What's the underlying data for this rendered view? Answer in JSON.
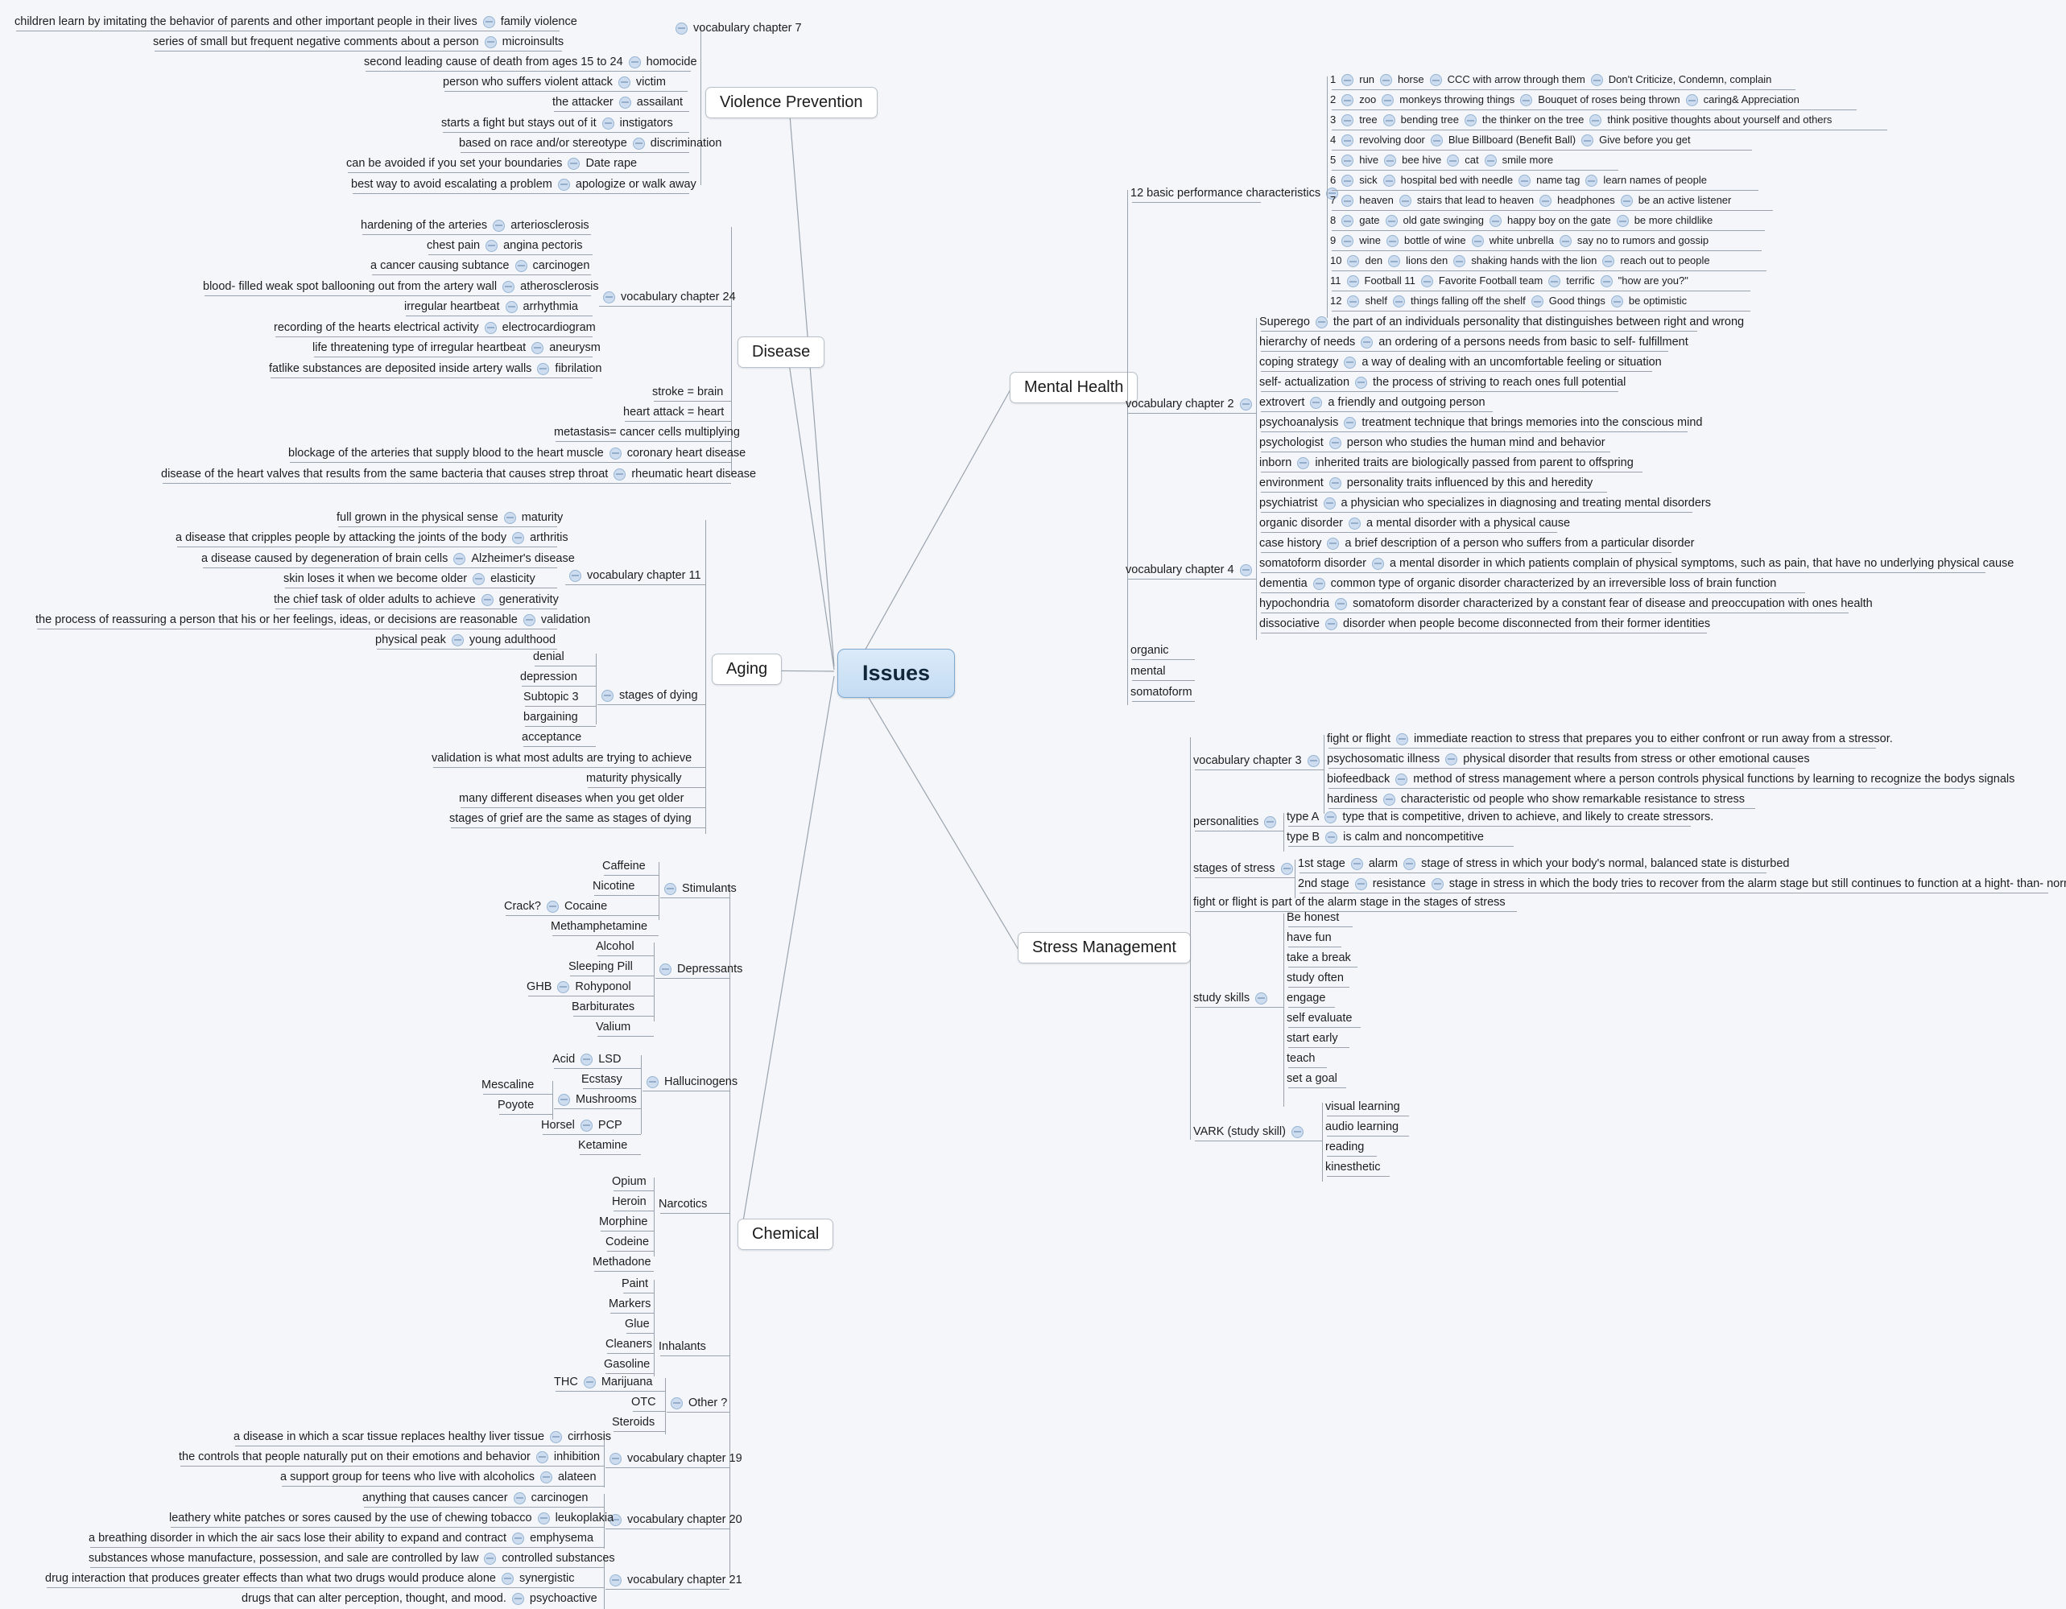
{
  "root": {
    "label": "Issues"
  },
  "branches": {
    "violence_prevention": {
      "label": "Violence Prevention"
    },
    "disease": {
      "label": "Disease"
    },
    "aging": {
      "label": "Aging"
    },
    "chemical": {
      "label": "Chemical"
    },
    "mental_health": {
      "label": "Mental Health"
    },
    "stress_management": {
      "label": "Stress Management"
    }
  },
  "violence_prevention": {
    "chapter_label": "vocabulary chapter 7",
    "items": [
      {
        "definition": "children learn by imitating the behavior of parents and other important people in their lives",
        "term": "family violence"
      },
      {
        "definition": "series of small but frequent negative comments about a person",
        "term": "microinsults"
      },
      {
        "definition": "second leading cause of death from ages 15 to 24",
        "term": "homocide"
      },
      {
        "definition": "person who suffers violent attack",
        "term": "victim"
      },
      {
        "definition": "the attacker",
        "term": "assailant"
      },
      {
        "definition": "starts a fight but stays out of it",
        "term": "instigators"
      },
      {
        "definition": "based on race and/or stereotype",
        "term": "discrimination"
      },
      {
        "definition": "can be avoided if you set your boundaries",
        "term": "Date rape"
      },
      {
        "definition": "best way to avoid escalating a problem",
        "term": "apologize or walk away"
      }
    ]
  },
  "disease": {
    "chapter_label": "vocabulary chapter 24",
    "items": [
      {
        "definition": "hardening of the arteries",
        "term": "arteriosclerosis"
      },
      {
        "definition": "chest pain",
        "term": "angina pectoris"
      },
      {
        "definition": "a cancer causing subtance",
        "term": "carcinogen"
      },
      {
        "definition": "blood- filled weak spot ballooning out from the artery wall",
        "term": "atherosclerosis"
      },
      {
        "definition": "irregular heartbeat",
        "term": "arrhythmia"
      },
      {
        "definition": "recording of the hearts electrical activity",
        "term": "electrocardiogram"
      },
      {
        "definition": "life threatening type of irregular heartbeat",
        "term": "aneurysm"
      },
      {
        "definition": "fatlike substances are deposited inside artery walls",
        "term": "fibrilation"
      }
    ],
    "notes": [
      {
        "text": "stroke = brain"
      },
      {
        "text": "heart attack = heart"
      },
      {
        "text": "metastasis= cancer cells multiplying"
      },
      {
        "definition": "blockage of the arteries that supply blood to the heart muscle",
        "term": "coronary heart disease"
      },
      {
        "definition": "disease of the heart valves that results from the same bacteria that causes strep throat",
        "term": "rheumatic heart disease"
      }
    ]
  },
  "aging": {
    "chapter_label": "vocabulary chapter 11",
    "items": [
      {
        "definition": "full grown in the physical sense",
        "term": "maturity"
      },
      {
        "definition": "a disease that cripples people by attacking the joints of the body",
        "term": "arthritis"
      },
      {
        "definition": "a disease caused by degeneration of brain cells",
        "term": "Alzheimer's disease"
      },
      {
        "definition": "skin loses it when we become older",
        "term": "elasticity"
      },
      {
        "definition": "the chief task of older adults to achieve",
        "term": "generativity"
      },
      {
        "definition": "the process of reassuring a person that his or her feelings, ideas, or decisions are reasonable",
        "term": "validation"
      },
      {
        "definition": "physical peak",
        "term": "young adulthood"
      }
    ],
    "stages_of_dying": {
      "label": "stages of dying",
      "stages": [
        "denial",
        "depression",
        "Subtopic 3",
        "bargaining",
        "acceptance"
      ]
    },
    "notes": [
      "validation is what most adults are trying to achieve",
      "maturity physically",
      "many different diseases when you get older",
      "stages of grief are the same as stages of dying"
    ]
  },
  "chemical": {
    "groups": [
      {
        "label": "Stimulants",
        "items": [
          {
            "name": "Caffeine"
          },
          {
            "name": "Nicotine"
          },
          {
            "name": "Cocaine",
            "alias": "Crack?"
          },
          {
            "name": "Methamphetamine"
          }
        ]
      },
      {
        "label": "Depressants",
        "items": [
          {
            "name": "Alcohol"
          },
          {
            "name": "Sleeping Pill"
          },
          {
            "name": "Rohyponol",
            "alias": "GHB"
          },
          {
            "name": "Barbiturates"
          },
          {
            "name": "Valium"
          }
        ]
      },
      {
        "label": "Hallucinogens",
        "items": [
          {
            "name": "LSD",
            "alias": "Acid"
          },
          {
            "name": "Ecstasy"
          },
          {
            "name": "Mushrooms",
            "alias": "Mescaline",
            "alias2": "Poyote"
          },
          {
            "name": "PCP",
            "alias": "Horsel"
          },
          {
            "name": "Ketamine"
          }
        ]
      },
      {
        "label": "Narcotics",
        "items": [
          {
            "name": "Opium"
          },
          {
            "name": "Heroin"
          },
          {
            "name": "Morphine"
          },
          {
            "name": "Codeine"
          },
          {
            "name": "Methadone"
          }
        ]
      },
      {
        "label": "Inhalants",
        "items": [
          {
            "name": "Paint"
          },
          {
            "name": "Markers"
          },
          {
            "name": "Glue"
          },
          {
            "name": "Cleaners"
          },
          {
            "name": "Gasoline"
          }
        ]
      },
      {
        "label": "Other ?",
        "items": [
          {
            "name": "Marijuana",
            "alias": "THC"
          },
          {
            "name": "OTC"
          },
          {
            "name": "Steroids"
          }
        ]
      }
    ],
    "chapter19": {
      "chapter_label": "vocabulary chapter 19",
      "items": [
        {
          "definition": "a disease in which a scar tissue replaces healthy liver tissue",
          "term": "cirrhosis"
        },
        {
          "definition": "the controls that people naturally put on their emotions and behavior",
          "term": "inhibition"
        },
        {
          "definition": "a support group for teens who live with alcoholics",
          "term": "alateen"
        }
      ]
    },
    "chapter20": {
      "chapter_label": "vocabulary chapter 20",
      "items": [
        {
          "definition": "anything that causes cancer",
          "term": "carcinogen"
        },
        {
          "definition": "leathery white patches or sores caused by the use of chewing tobacco",
          "term": "leukoplakia"
        },
        {
          "definition": "a breathing disorder in which the air sacs lose their ability to expand and contract",
          "term": "emphysema"
        }
      ]
    },
    "chapter21": {
      "chapter_label": "vocabulary chapter 21",
      "items": [
        {
          "definition": "substances whose manufacture, possession, and sale are controlled by law",
          "term": "controlled substances"
        },
        {
          "definition": "drug interaction that produces greater effects than what two drugs would produce alone",
          "term": "synergistic"
        },
        {
          "definition": "drugs that can alter perception, thought, and mood.",
          "term": "psychoactive"
        }
      ]
    }
  },
  "mental_health": {
    "characteristics_label": "12 basic performance characteristics",
    "characteristics": [
      {
        "num": "1",
        "a": "run",
        "b": "horse",
        "c": "CCC with arrow through them",
        "d": "Don't Criticize, Condemn, complain"
      },
      {
        "num": "2",
        "a": "zoo",
        "b": "monkeys throwing things",
        "c": "Bouquet of roses being thrown",
        "d": "caring& Appreciation"
      },
      {
        "num": "3",
        "a": "tree",
        "b": "bending tree",
        "c": "the thinker on the tree",
        "d": "think positive thoughts about yourself and others"
      },
      {
        "num": "4",
        "a": "revolving door",
        "b": "Blue Billboard (Benefit Ball)",
        "c": "Give before you get"
      },
      {
        "num": "5",
        "a": "hive",
        "b": "bee hive",
        "c": "cat",
        "d": "smile more"
      },
      {
        "num": "6",
        "a": "sick",
        "b": "hospital bed with needle",
        "c": "name tag",
        "d": "learn names of people"
      },
      {
        "num": "7",
        "a": "heaven",
        "b": "stairs that lead to heaven",
        "c": "headphones",
        "d": "be an active listener"
      },
      {
        "num": "8",
        "a": "gate",
        "b": "old gate swinging",
        "c": "happy boy on the gate",
        "d": "be more childlike"
      },
      {
        "num": "9",
        "a": "wine",
        "b": "bottle of wine",
        "c": "white unbrella",
        "d": "say no to rumors and gossip"
      },
      {
        "num": "10",
        "a": "den",
        "b": "lions den",
        "c": "shaking hands with the lion",
        "d": "reach out to people"
      },
      {
        "num": "11",
        "a": "Football 11",
        "b": "Favorite Football team",
        "c": "terrific",
        "d": "\"how are you?\""
      },
      {
        "num": "12",
        "a": "shelf",
        "b": "things falling off the shelf",
        "c": "Good things",
        "d": "be optimistic"
      }
    ],
    "chapter2_label": "vocabulary chapter 2",
    "chapter2": [
      {
        "term": "Superego",
        "definition": "the part of an individuals personality that distinguishes between right and wrong"
      },
      {
        "term": "hierarchy of needs",
        "definition": "an ordering of a persons needs from basic to self- fulfillment"
      },
      {
        "term": "coping strategy",
        "definition": "a way of dealing with an uncomfortable feeling or situation"
      },
      {
        "term": "self- actualization",
        "definition": "the process of striving to reach ones full potential"
      },
      {
        "term": "extrovert",
        "definition": "a friendly and outgoing person"
      },
      {
        "term": "psychoanalysis",
        "definition": "treatment technique that brings memories into the conscious mind"
      },
      {
        "term": "psychologist",
        "definition": "person who studies the human mind and behavior"
      },
      {
        "term": "inborn",
        "definition": "inherited traits are biologically passed from parent to offspring"
      },
      {
        "term": "environment",
        "definition": "personality traits influenced by this and heredity"
      },
      {
        "term": "psychiatrist",
        "definition": "a physician who specializes in diagnosing and treating mental disorders"
      }
    ],
    "chapter4_label": "vocabulary chapter 4",
    "chapter4": [
      {
        "term": "organic disorder",
        "definition": "a mental disorder with a physical cause"
      },
      {
        "term": "case history",
        "definition": "a brief description of a person who suffers from a particular disorder"
      },
      {
        "term": "somatoform disorder",
        "definition": "a mental disorder in which patients complain of physical symptoms, such as pain, that have no underlying physical cause"
      },
      {
        "term": "dementia",
        "definition": "common type of organic disorder characterized by an irreversible loss of brain function"
      },
      {
        "term": "hypochondria",
        "definition": "somatoform disorder characterized by a constant fear of disease and preoccupation with ones health"
      },
      {
        "term": "dissociative",
        "definition": "disorder when people become disconnected from their former identities"
      }
    ],
    "keywords": [
      "organic",
      "mental",
      "somatoform"
    ]
  },
  "stress_management": {
    "chapter3_label": "vocabulary chapter 3",
    "chapter3": [
      {
        "term": "fight or flight",
        "definition": "immediate reaction to stress that prepares you to either confront or run away from a stressor."
      },
      {
        "term": "psychosomatic illness",
        "definition": "physical disorder that results from stress or other emotional causes"
      },
      {
        "term": "biofeedback",
        "definition": "method of stress management where a person controls physical functions by learning to recognize the bodys signals"
      },
      {
        "term": "hardiness",
        "definition": "characteristic od people who show remarkable resistance to stress"
      }
    ],
    "personalities_label": "personalities",
    "personalities": [
      {
        "term": "type A",
        "definition": "type that is competitive, driven to achieve, and likely to create stressors."
      },
      {
        "term": "type B",
        "definition": "is calm and noncompetitive"
      }
    ],
    "stages_label": "stages of stress",
    "stages": [
      {
        "stage": "1st stage",
        "name": "alarm",
        "definition": "stage of stress in which your body's normal, balanced state is disturbed"
      },
      {
        "stage": "2nd stage",
        "name": "resistance",
        "definition": "stage in stress in which the body tries to recover from the alarm stage but still continues to function at a hight- than- normal level"
      }
    ],
    "note": "fight or flight is part of the alarm stage in the stages of stress",
    "study_skills_label": "study skills",
    "study_skills": [
      "Be honest",
      "have fun",
      "take a break",
      "study often",
      "engage",
      "self evaluate",
      "start early",
      "teach",
      "set a goal"
    ],
    "vark_label": "VARK (study skill)",
    "vark": [
      "visual learning",
      "audio learning",
      "reading",
      "kinesthetic"
    ]
  },
  "colors": {
    "background": "#f4f6f9",
    "root_fill": "#cfe2f5",
    "root_border": "#7fa8d0",
    "node_fill": "#ffffff",
    "line": "#9aa3ad",
    "bullet_fill": "#cddcee",
    "bullet_border": "#96b4d4"
  }
}
